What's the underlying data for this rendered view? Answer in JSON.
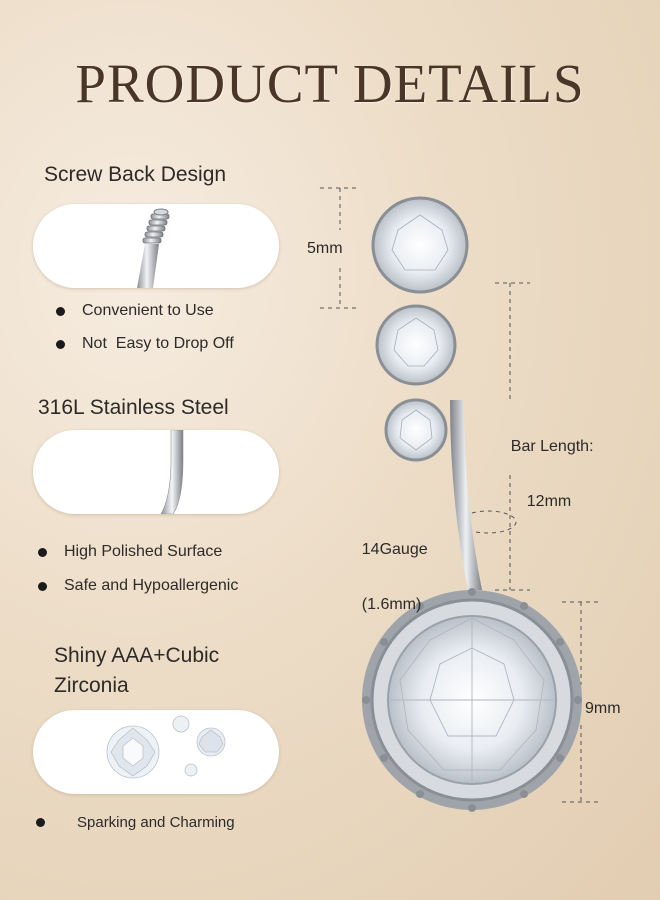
{
  "title": "PRODUCT DETAILS",
  "sections": [
    {
      "heading": "Screw Back Design",
      "icon": "screw-back-bar-icon",
      "bullets": [
        "Convenient to Use",
        "Not  Easy to Drop Off"
      ]
    },
    {
      "heading": "316L Stainless Steel",
      "icon": "curved-steel-bar-icon",
      "bullets": [
        "High Polished Surface",
        "Safe and Hypoallergenic"
      ]
    },
    {
      "heading_line1": "Shiny AAA+Cubic",
      "heading_line2": "Zirconia",
      "icon": "cubic-zirconia-gems-icon",
      "bullets": [
        "Sparking and Charming"
      ]
    }
  ],
  "measurements": {
    "top_gem": "5mm",
    "bar_length_line1": "Bar Length:",
    "bar_length_line2": "12mm",
    "gauge_line1": "14Gauge",
    "gauge_line2": "(1.6mm)",
    "bottom_gem": "9mm"
  },
  "colors": {
    "background": "#ecdcc6",
    "title": "#4a3626",
    "text": "#2d2a28",
    "pill": "#ffffff",
    "metal": "#c9ccd1"
  }
}
